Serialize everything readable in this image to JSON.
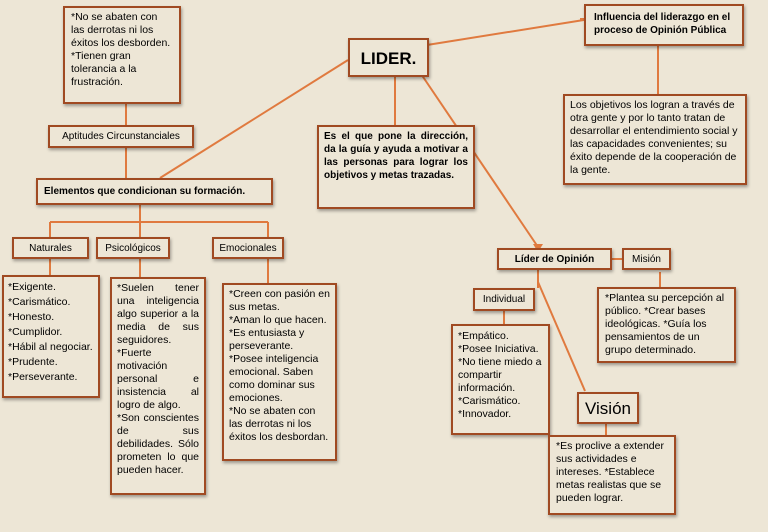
{
  "colors": {
    "background": "#ede6d6",
    "border": "#a04a22",
    "line": "#e07a3f",
    "text": "#000000"
  },
  "nodes": {
    "tolerance": "*No se abaten con las derrotas ni los éxitos los desborden.\n*Tienen gran tolerancia a la frustración.",
    "title": "LIDER.",
    "influence": "Influencia del liderazgo en el proceso de Opinión Pública",
    "objectives": "Los objetivos los logran a través de otra gente y por lo tanto tratan de desarrollar el entendimiento social y las capacidades convenientes; su éxito depende de la cooperación de la gente.",
    "aptitudes": "Aptitudes Circunstanciales",
    "definition": "Es el que pone la dirección, da la guía y ayuda a motivar a las personas para lograr los objetivos y metas trazadas.",
    "elements": "Elementos que condicionan su formación.",
    "naturales": "Naturales",
    "psicologicos": "Psicológicos",
    "emocionales": "Emocionales",
    "lider_opinion": "Líder de Opinión",
    "mision": "Misión",
    "individual": "Individual",
    "vision": "Visión",
    "naturales_list": "*Exigente.\n*Carismático.\n*Honesto.\n*Cumplidor.\n*Hábil al negociar.\n*Prudente.\n*Perseverante.",
    "psicologicos_list": "*Suelen tener una inteligencia algo superior a la media de sus seguidores.\n*Fuerte motivación personal e insistencia al logro de algo.\n*Son conscientes de sus debilidades. Sólo prometen lo que pueden hacer.",
    "emocionales_list": "*Creen con pasión en sus metas.\n*Aman lo que hacen.\n*Es entusiasta y perseverante.\n*Posee inteligencia emocional. Saben como dominar sus emociones.\n*No se abaten con las derrotas ni los éxitos los desbordan.",
    "individual_list": "*Empático.\n*Posee Iniciativa.\n*No tiene miedo a compartir información.\n*Carismático.\n*Innovador.",
    "mision_list": "*Plantea su percepción al público. *Crear bases ideológicas. *Guía los pensamientos de un grupo determinado.",
    "vision_list": "*Es proclive a extender sus actividades e intereses. *Establece metas realistas que se pueden lograr."
  }
}
